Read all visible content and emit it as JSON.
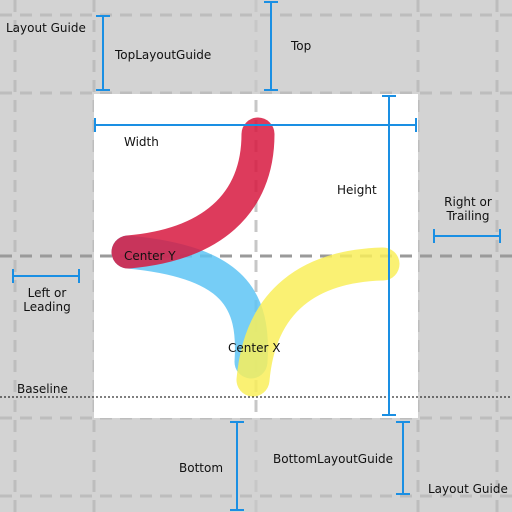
{
  "labels": {
    "layout_guide_top": "Layout Guide",
    "top_layout_guide": "TopLayoutGuide",
    "top": "Top",
    "width": "Width",
    "height": "Height",
    "right_or_trailing_line1": "Right or",
    "right_or_trailing_line2": "Trailing",
    "center_y": "Center Y",
    "left_or_leading_line1": "Left or",
    "left_or_leading_line2": "Leading",
    "center_x": "Center X",
    "baseline": "Baseline",
    "bottom": "Bottom",
    "bottom_layout_guide": "BottomLayoutGuide",
    "layout_guide_bottom": "Layout Guide"
  },
  "colors": {
    "background": "#d3d3d3",
    "content_box": "#ffffff",
    "guide_line": "#bdbdbd",
    "center_guide": "#9a9a9a",
    "indicator": "#1a8fe3",
    "stroke_red": "#d7193f",
    "stroke_blue": "#5ec4f5",
    "stroke_yellow": "#f9ef5a"
  }
}
